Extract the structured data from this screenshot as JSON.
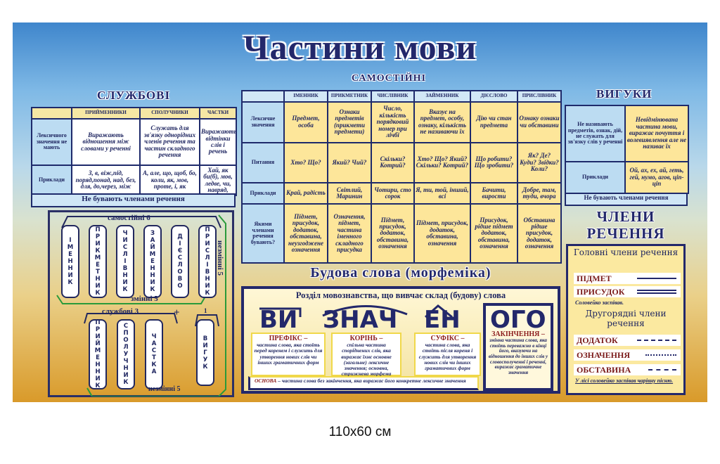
{
  "title": "Частини мови",
  "samostiini_label": "самостійні",
  "caption": "110x60 см",
  "sluzhbovi": {
    "heading": "Службові",
    "columns": [
      "",
      "ПРИЙМЕННИКИ",
      "СПОЛУЧНИКИ",
      "ЧАСТКИ"
    ],
    "rows": [
      [
        "Лексичного значення не мають",
        "Виражають відношення між словами у реченні",
        "Служать для зв'язку однорідних членів речення та частин складного речення",
        "Виражають відтінки слів і речень"
      ],
      [
        "Приклади",
        "З, в, віж,під, поряд,понад, над, без, для, до,через, між",
        "А, але, що, щоб, бо, коли, як, мов, проте, і, як",
        "Хай, як би(б), мов, ледве, чи, навряд,"
      ]
    ],
    "footer": "Не бувають членами речення"
  },
  "main_table": {
    "columns": [
      "",
      "ІМЕННИК",
      "ПРИКМЕТНИК",
      "ЧИСЛІВНИК",
      "ЗАЙМЕННИК",
      "ДІЄСЛОВО",
      "ПРИСЛІВНИК"
    ],
    "rows": [
      [
        "Лексичне значення",
        "Предмет, особа",
        "Ознаки предметів (прикмети предмети)",
        "Число, кількість порядковий номер при лічбі",
        "Вказує на предмет, особу, ознаку, кількість не називаючи їх",
        "Дію чи стан предмета",
        "Ознаку ознаки чи обставини"
      ],
      [
        "Питання",
        "Хто? Що?",
        "Який? Чий?",
        "Скільки? Котрий?",
        "Хто? Що? Який? Скільки? Котрий?",
        "Що робити? Що зробити?",
        "Як? Де? Куди? Звідки? Коли?"
      ],
      [
        "Приклади",
        "Край, радість",
        "Світлий, Маринин",
        "Чотири, сто сорок",
        "Я, ти, той, інший, всі",
        "Бачити, вирости",
        "Добре, там, туди, вчора"
      ],
      [
        "Якими членами речення бувають?",
        "Підмет, присудок, додаток, обставина, неузгоджене означення",
        "Означення, підмет, частина іменного складного присудка",
        "Підмет, присудок, додаток, обставина, означення",
        "Підмет, присудок, додаток, обставина, означення",
        "Присудок, рідше підмет додаток, обставина, означення",
        "Обставина рідше присудок, додаток, означення"
      ]
    ]
  },
  "vyguky": {
    "heading": "Вигуки",
    "rows": [
      [
        "Не називають предметів, ознак, дій, не служать для зв'язку слів у реченні",
        "Невідмінювана частина мови, виражає почуття і волевиявлення але не називає їх"
      ],
      [
        "Приклади",
        "Ой, ах, ех, ай, геть, гей, нумо, агов, ціп-ціп"
      ]
    ],
    "footer": "Не бувають членами речення"
  },
  "chleny": {
    "heading": "Члени речення",
    "main_heading": "Головні члени речення",
    "main": [
      "ПІДМЕТ",
      "ПРИСУДОК"
    ],
    "example1": "Соловейко заспівав.",
    "secondary_heading": "Другорядні члени речення",
    "secondary": [
      "ДОДАТОК",
      "ОЗНАЧЕННЯ",
      "ОБСТАВИНА"
    ],
    "example2": "У лісі соловейко заспівав чарівну пісню."
  },
  "scheme": {
    "independent_label": "самостійні 6",
    "independent": [
      "ІМЕННИК",
      "ПРИКМЕТНИК",
      "ЧИСЛІВНИК",
      "ЗАЙМЕННИК",
      "ДІЄСЛОВО",
      "ПРИСЛІВНИК"
    ],
    "changeable_label": "змінні 5",
    "unchangeable_side_label": "незмінні 5",
    "service_label": "службові 3",
    "service": [
      "ПРИЙМЕННИК",
      "СПОЛУЧНИК",
      "ЧАСТКА"
    ],
    "plus": "+",
    "one_label": "1",
    "interjection": "ВИГУК",
    "unchangeable_bottom_label": "незмінні 5"
  },
  "budova": {
    "heading": "Будова слова (морфеміка)",
    "subtitle": "Розділ мовознавства, що вивчає склад (будову) слова",
    "parts": [
      "ВИ",
      "ЗНАЧ",
      "ЕН",
      "ОГО"
    ],
    "morphemes": [
      {
        "title": "ПРЕФІКС –",
        "text": "частина слова, яка стоїть перед коренем і служить для утворення нових слів чи інших граматичних форм"
      },
      {
        "title": "КОРІНЬ –",
        "text": "спільна частина споріднених слів, яка виражає їхнє основне (загальне) лексичне значення; основна, стрижнева морфема"
      },
      {
        "title": "СУФІКС –",
        "text": "частина слова, яка стоїть після кореня і служить для утворення нових слів чи інших граматичних форм"
      },
      {
        "title": "ЗАКІНЧЕННЯ –",
        "text": "змінна частина слова, яка стоїть переважно в кінці його, вказуючи на відношення до інших слів у словосполученні і реченні, виражає граматичне значення"
      }
    ],
    "osnova_title": "ОСНОВА",
    "osnova_text": " – частина слова без закінчення, яка виражає його конкретне лексичне значення"
  }
}
